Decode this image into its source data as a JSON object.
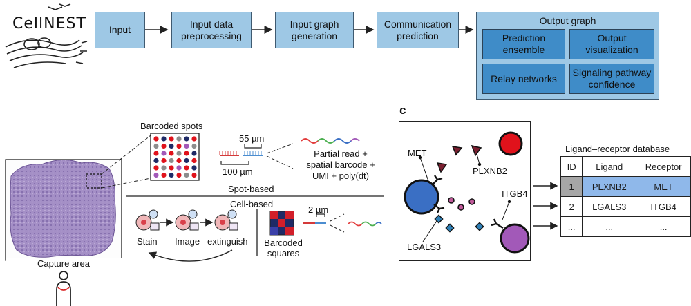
{
  "logo": {
    "text": "CellNEST"
  },
  "pipeline": {
    "steps": [
      "Input",
      "Input data preprocessing",
      "Input graph generation",
      "Communication prediction"
    ],
    "output_title": "Output graph",
    "outputs": [
      "Prediction ensemble",
      "Output visualization",
      "Relay networks",
      "Signaling pathway confidence"
    ]
  },
  "panel_b": {
    "barcoded_spots": "Barcoded spots",
    "dim_55": "55 µm",
    "dim_100": "100 µm",
    "read_text": [
      "Partial read +",
      "spatial barcode +",
      "UMI + poly(dt)"
    ],
    "spot_based": "Spot-based",
    "cell_based": "Cell-based",
    "dim_2": "2 µm",
    "stain": "Stain",
    "image": "Image",
    "extinguish": "extinguish",
    "barcoded_squares": [
      "Barcoded",
      "squares"
    ],
    "capture_area": "Capture area"
  },
  "panel_c": {
    "label": "c",
    "met": "MET",
    "plxnb2": "PLXNB2",
    "itgb4": "ITGB4",
    "lgals3": "LGALS3",
    "db_title": "Ligand–receptor database",
    "headers": [
      "ID",
      "Ligand",
      "Receptor"
    ],
    "rows": [
      [
        "1",
        "PLXNB2",
        "MET"
      ],
      [
        "2",
        "LGALS3",
        "ITGB4"
      ],
      [
        "...",
        "...",
        "..."
      ]
    ]
  },
  "colors": {
    "box_light": "#9ec8e5",
    "box_dark": "#3f8cc8",
    "highlight_row": "#8fb8ea",
    "id_cell": "#a6a6a6",
    "red": "#e0121b",
    "blue": "#3a6fc4",
    "purple": "#a259b8",
    "tissue": "#a08bc4"
  }
}
